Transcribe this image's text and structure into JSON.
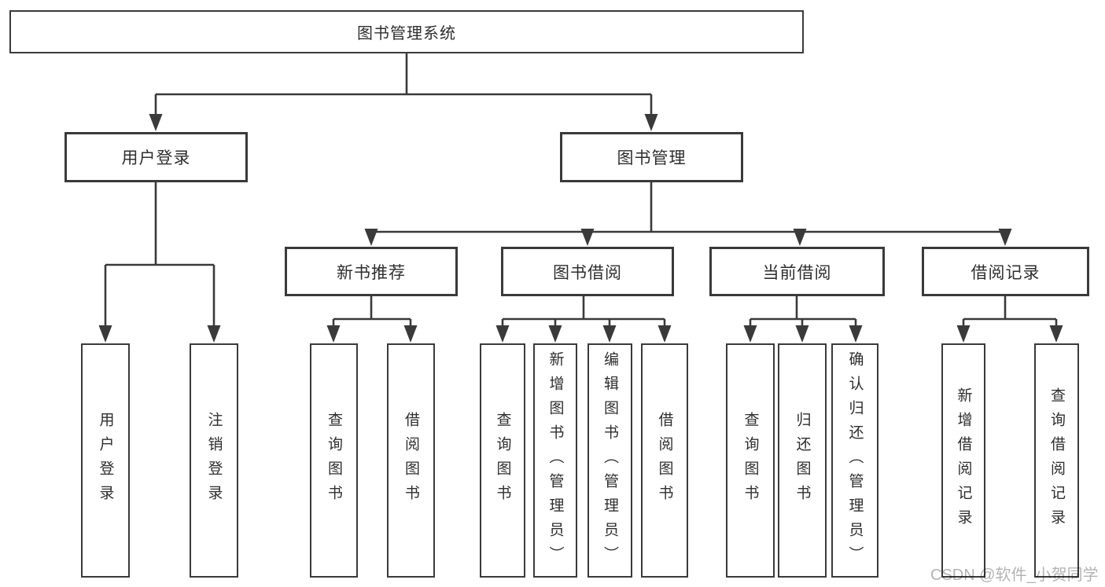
{
  "diagram": {
    "root": "图书管理系统",
    "user_branch": {
      "label": "用户登录",
      "children": [
        "用户登录",
        "注销登录"
      ]
    },
    "book_branch": {
      "label": "图书管理",
      "groups": [
        {
          "label": "新书推荐",
          "children": [
            "查询图书",
            "借阅图书"
          ]
        },
        {
          "label": "图书借阅",
          "children": [
            "查询图书",
            "新增图书（管理员）",
            "编辑图书（管理员）",
            "借阅图书"
          ]
        },
        {
          "label": "当前借阅",
          "children": [
            "查询图书",
            "归还图书",
            "确认归还（管理员）"
          ]
        },
        {
          "label": "借阅记录",
          "children": [
            "新增借阅记录",
            "查询借阅记录"
          ]
        }
      ]
    }
  },
  "watermark": "CSDN @软件_小贺同学",
  "colors": {
    "line": "#3a3a3a",
    "box_border": "#3a3a3a",
    "text": "#2e2e2e",
    "watermark": "#b3b3b3",
    "background": "#ffffff"
  }
}
